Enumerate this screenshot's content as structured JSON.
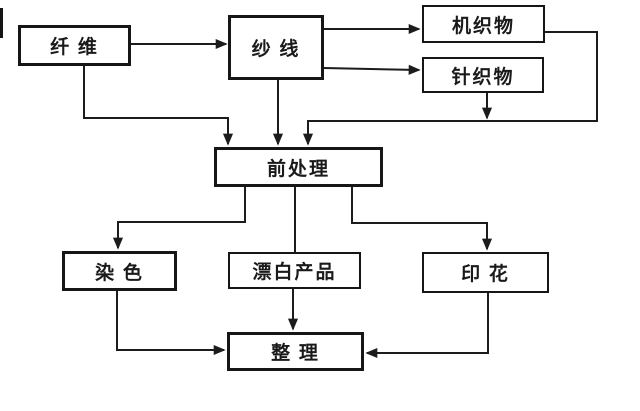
{
  "diagram": {
    "type": "flowchart",
    "description": "Textile processing flow diagram",
    "nodes": {
      "fiber": {
        "label": "纤 维"
      },
      "yarn": {
        "label": "纱 线"
      },
      "woven": {
        "label": "机织物"
      },
      "knitted": {
        "label": "针织物"
      },
      "pretreat": {
        "label": "前处理"
      },
      "dyeing": {
        "label": "染 色"
      },
      "bleached": {
        "label": "漂白产品"
      },
      "printing": {
        "label": "印 花"
      },
      "finishing": {
        "label": "整 理"
      }
    },
    "edges": [
      {
        "from": "fiber",
        "to": "yarn",
        "arrow": true
      },
      {
        "from": "fiber",
        "to": "pretreat",
        "arrow": true
      },
      {
        "from": "yarn",
        "to": "woven",
        "arrow": true
      },
      {
        "from": "yarn",
        "to": "knitted",
        "arrow": true
      },
      {
        "from": "yarn",
        "to": "pretreat",
        "arrow": true
      },
      {
        "from": "woven",
        "to": "pretreat",
        "arrow": true
      },
      {
        "from": "knitted",
        "to": "pretreat",
        "arrow": true
      },
      {
        "from": "pretreat",
        "to": "dyeing",
        "arrow": true
      },
      {
        "from": "pretreat",
        "to": "bleached",
        "arrow": false
      },
      {
        "from": "pretreat",
        "to": "printing",
        "arrow": true
      },
      {
        "from": "dyeing",
        "to": "finishing",
        "arrow": true
      },
      {
        "from": "bleached",
        "to": "finishing",
        "arrow": true
      },
      {
        "from": "printing",
        "to": "finishing",
        "arrow": true
      }
    ],
    "colors": {
      "line": "#1c1c1c",
      "box_border": "#161616",
      "background": "#ffffff",
      "text": "#1a1a1a"
    }
  }
}
